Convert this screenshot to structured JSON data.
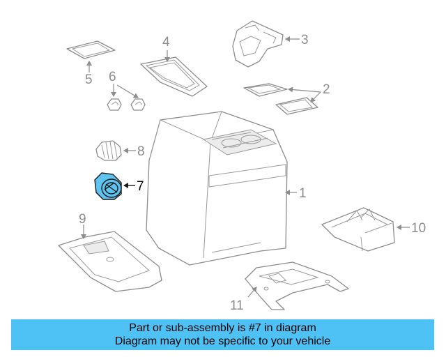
{
  "diagram": {
    "highlight_color": "#4ec1f5",
    "callouts": {
      "c1": "1",
      "c2": "2",
      "c3": "3",
      "c4": "4",
      "c5": "5",
      "c6": "6",
      "c7": "7",
      "c8": "8",
      "c9": "9",
      "c10": "10",
      "c11": "11"
    },
    "highlighted_part": "7"
  },
  "banner": {
    "line1": "Part or sub-assembly is #7 in diagram",
    "line2": "Diagram may not be specific to your vehicle"
  }
}
